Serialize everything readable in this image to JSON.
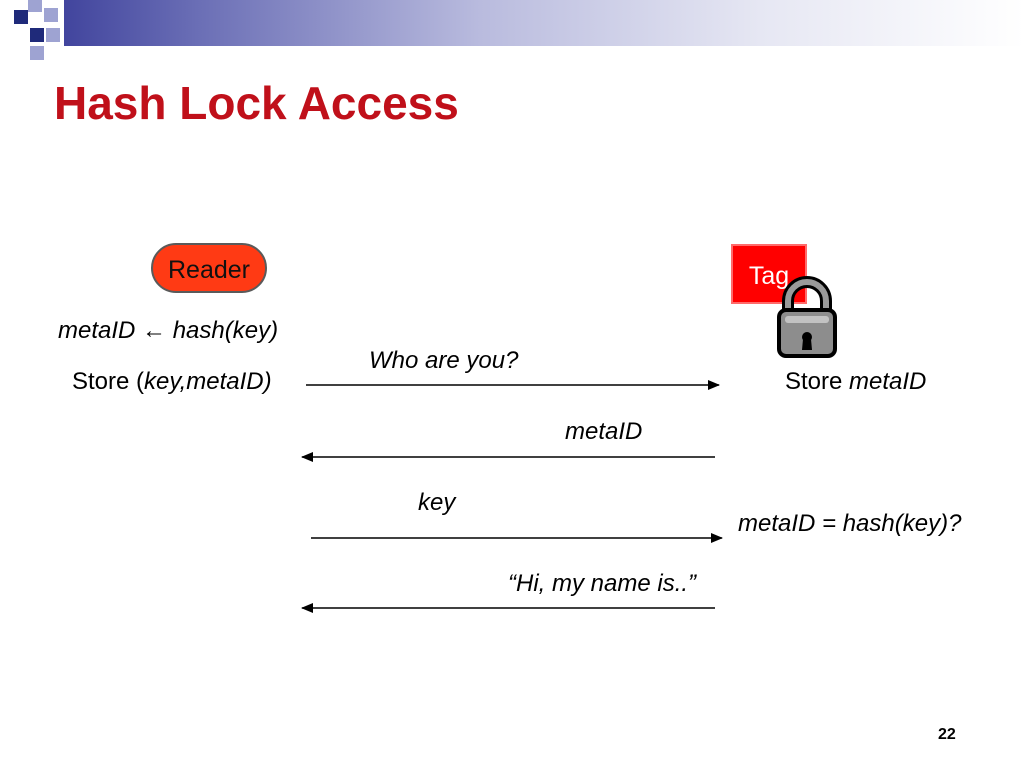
{
  "title": "Hash Lock Access",
  "reader": {
    "label": "Reader",
    "line1_a": "metaID",
    "line1_arrow": "←",
    "line1_b": "hash(key)",
    "line2_a": "Store (",
    "line2_b": "key,metaID)"
  },
  "tag": {
    "label": "Tag",
    "store_a": "Store ",
    "store_b": "metaID",
    "check": "metaID = hash(key)?"
  },
  "messages": [
    {
      "label": "Who are you?",
      "direction": "reader-to-tag"
    },
    {
      "label": "metaID",
      "direction": "tag-to-reader"
    },
    {
      "label": "key",
      "direction": "reader-to-tag"
    },
    {
      "label": "“Hi, my name is..”",
      "direction": "tag-to-reader"
    }
  ],
  "icons": {
    "lock": "padlock-icon"
  },
  "colors": {
    "title": "#c0101a",
    "reader": "#ff3a14",
    "tag": "#ff0000",
    "header": "#2e3192"
  },
  "slide_number": "22"
}
